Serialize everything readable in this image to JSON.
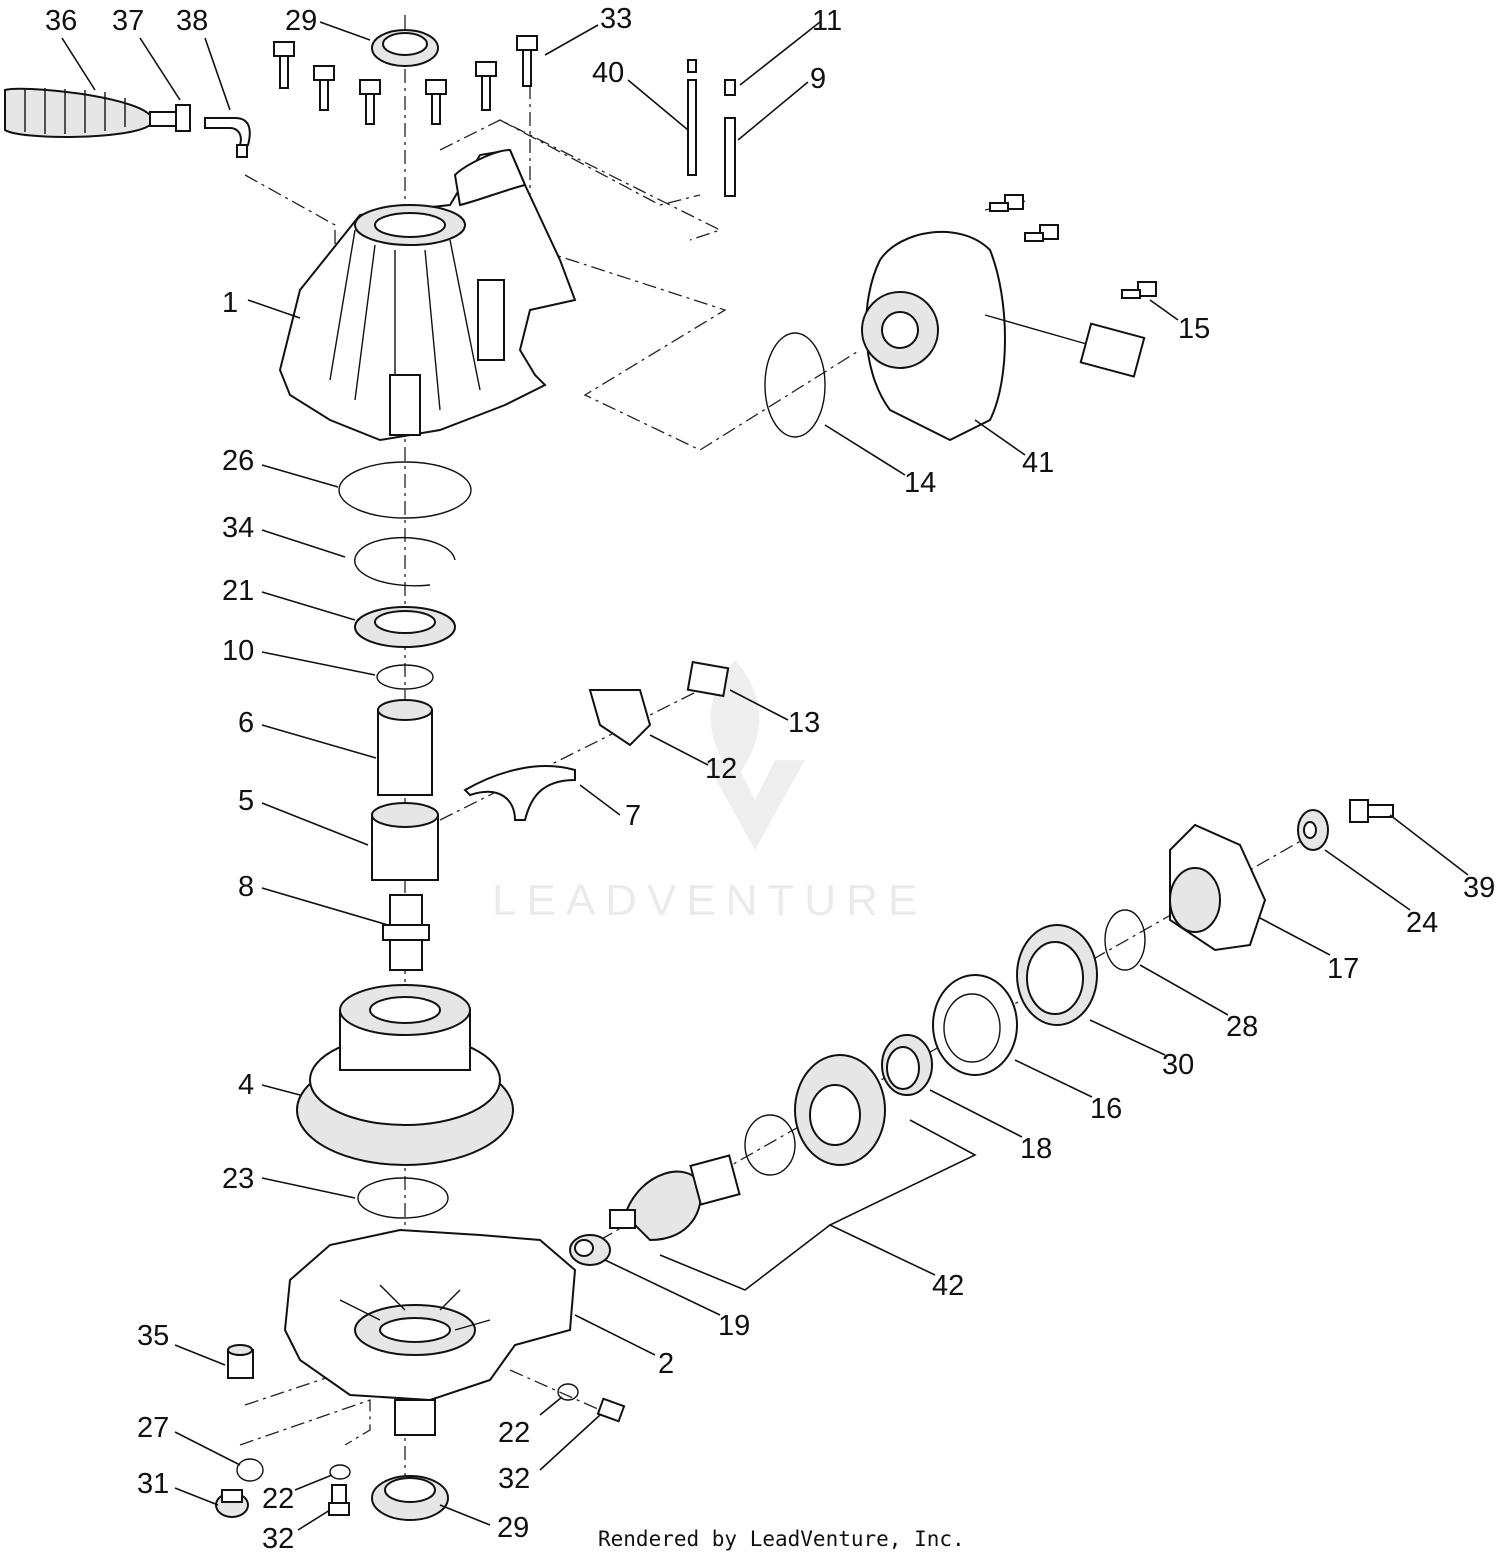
{
  "callouts": {
    "c36": "36",
    "c37": "37",
    "c38": "38",
    "c29_top": "29",
    "c33": "33",
    "c11": "11",
    "c40": "40",
    "c9": "9",
    "c1": "1",
    "c15": "15",
    "c41": "41",
    "c14": "14",
    "c26": "26",
    "c34": "34",
    "c21": "21",
    "c10": "10",
    "c6": "6",
    "c13": "13",
    "c12": "12",
    "c5": "5",
    "c7": "7",
    "c39": "39",
    "c8": "8",
    "c24": "24",
    "c17": "17",
    "c28": "28",
    "c30": "30",
    "c16": "16",
    "c4": "4",
    "c18": "18",
    "c23": "23",
    "c42": "42",
    "c19": "19",
    "c35": "35",
    "c2": "2",
    "c27": "27",
    "c22_right": "22",
    "c32_right": "32",
    "c31": "31",
    "c22_left": "22",
    "c32_left": "32",
    "c29_bottom": "29"
  },
  "watermark": "LEADVENTURE",
  "credit": "Rendered by LeadVenture, Inc."
}
